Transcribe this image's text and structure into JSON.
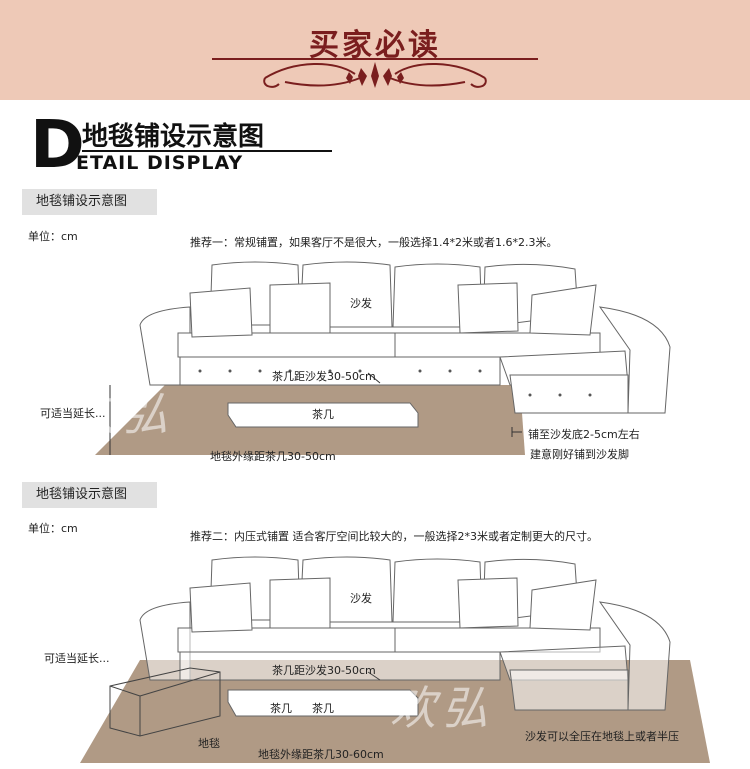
{
  "banner": {
    "title": "买家必读",
    "bg_color": "#eec9b7",
    "accent_color": "#7a1e1e"
  },
  "header": {
    "letter": "D",
    "title": "地毯铺设示意图",
    "subtitle": "ETAIL DISPLAY"
  },
  "section1": {
    "tag": "地毯铺设示意图",
    "unit": "单位：cm",
    "recommendation": "推荐一：常规铺置，如果客厅不是很大，一般选择1.4*2米或者1.6*2.3米。",
    "labels": {
      "sofa": "沙发",
      "table_distance": "茶几距沙发30-50cm",
      "extend": "可适当延长...",
      "table": "茶几",
      "rug_edge": "地毯外缘距茶几30-50cm",
      "under_sofa": "铺至沙发底2-5cm左右",
      "note": "建意刚好铺到沙发脚"
    }
  },
  "section2": {
    "tag": "地毯铺设示意图",
    "unit": "单位：cm",
    "recommendation": "推荐二：内压式铺置  适合客厅空间比较大的，一般选择2*3米或者定制更大的尺寸。",
    "labels": {
      "sofa": "沙发",
      "extend": "可适当延长...",
      "table_distance": "茶几距沙发30-50cm",
      "table_a": "茶几",
      "table_b": "茶几",
      "rug": "地毯",
      "rug_edge": "地毯外缘距茶几30-60cm",
      "sofa_on_rug": "沙发可以全压在地毯上或者半压"
    }
  },
  "watermark": "欢弘",
  "colors": {
    "rug": "#b09a85",
    "sofa_stroke": "#555555",
    "tag_bg": "#e1e1e1"
  }
}
